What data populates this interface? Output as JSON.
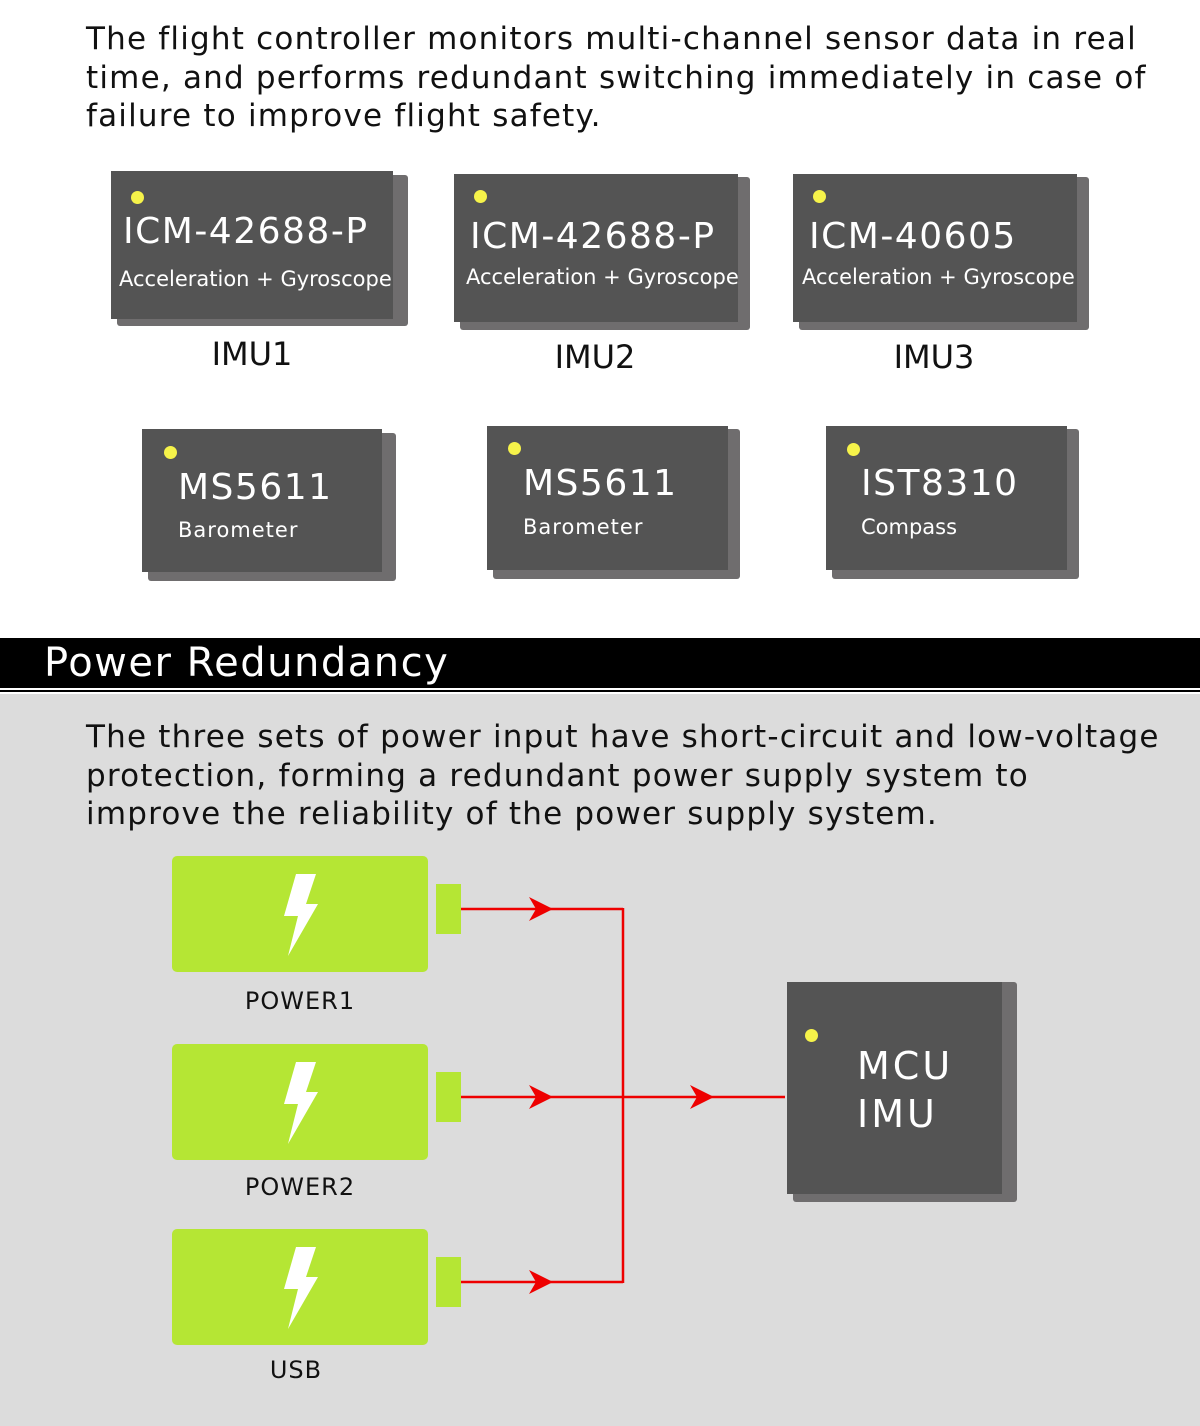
{
  "sensors_section": {
    "description": "The flight controller monitors multi-channel sensor data in real time, and performs redundant switching immediately in case of failure to improve flight safety.",
    "imus": [
      {
        "chip": "ICM-42688-P",
        "function": "Acceleration + Gyroscope",
        "label": "IMU1"
      },
      {
        "chip": "ICM-42688-P",
        "function": "Acceleration + Gyroscope",
        "label": "IMU2"
      },
      {
        "chip": "ICM-40605",
        "function": "Acceleration + Gyroscope",
        "label": "IMU3"
      }
    ],
    "other_sensors": [
      {
        "chip": "MS5611",
        "function": "Barometer"
      },
      {
        "chip": "MS5611",
        "function": "Barometer"
      },
      {
        "chip": "IST8310",
        "function": "Compass"
      }
    ]
  },
  "power_section": {
    "title": "Power Redundancy",
    "description": "The three sets of power input have short-circuit and low-voltage protection, forming a redundant power supply system to improve the reliability of the power supply system.",
    "inputs": [
      {
        "label": "POWER1",
        "icon": "lightning-bolt-icon"
      },
      {
        "label": "POWER2",
        "icon": "lightning-bolt-icon"
      },
      {
        "label": "USB",
        "icon": "lightning-bolt-icon"
      }
    ],
    "target": {
      "line1": "MCU",
      "line2": "IMU"
    },
    "colors": {
      "battery": "#b5e634",
      "wire": "#ee0000",
      "chip": "#545454",
      "indicator": "#f6f34a"
    }
  }
}
